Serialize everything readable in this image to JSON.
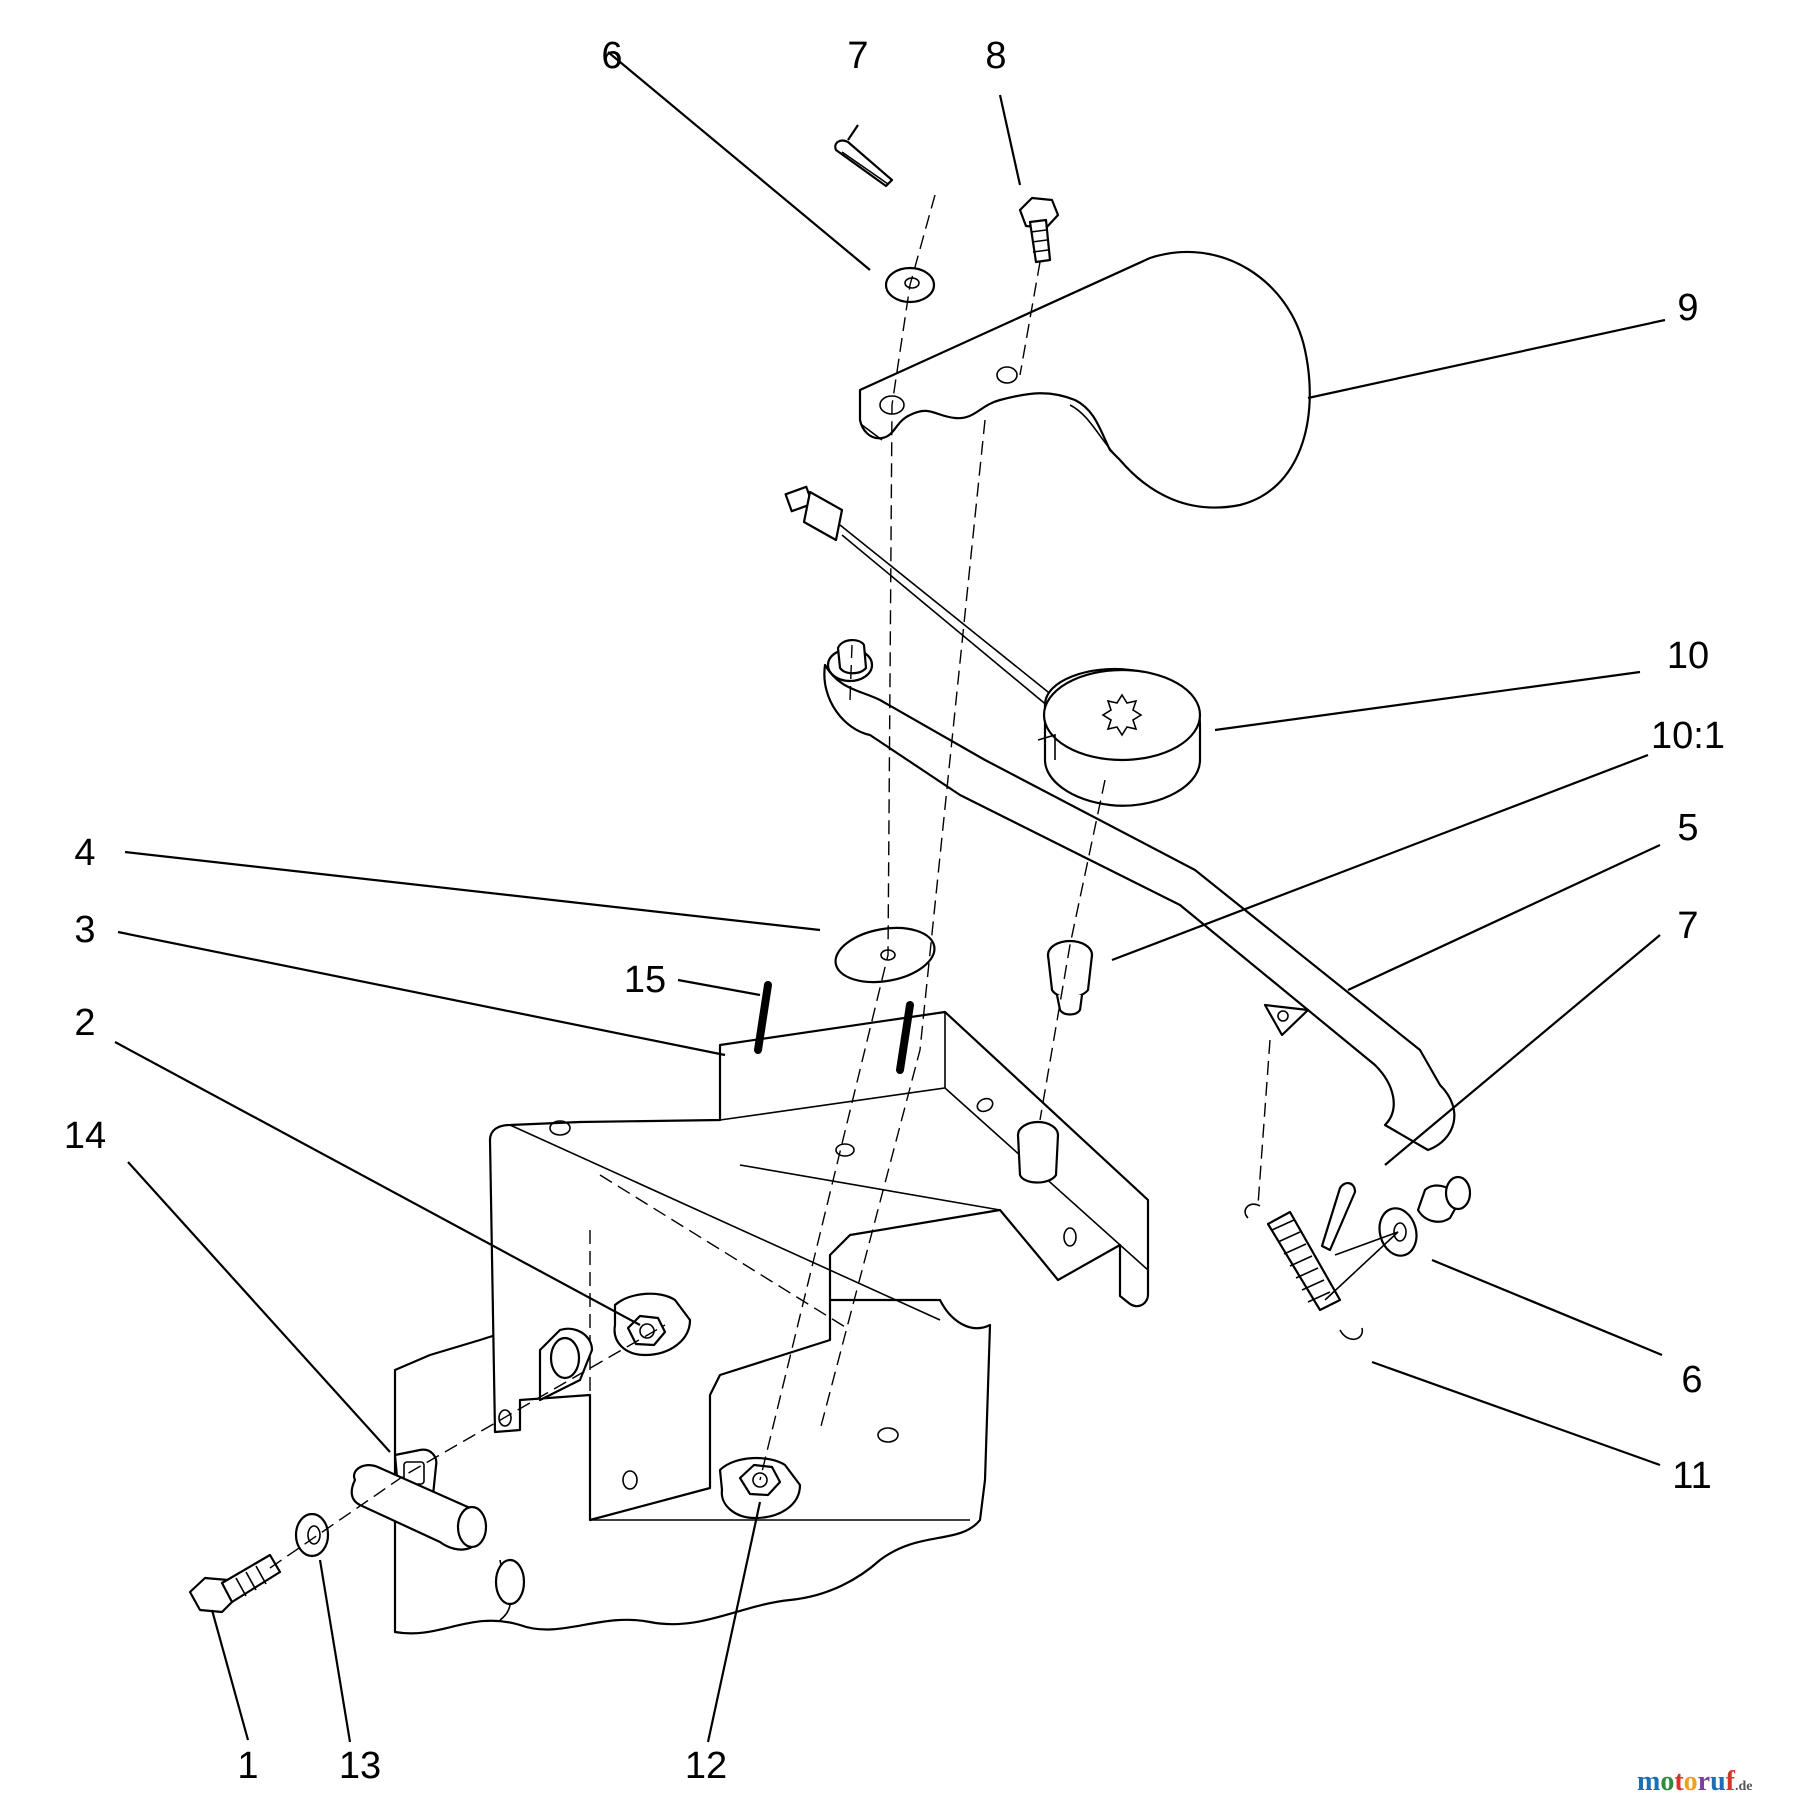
{
  "callouts": {
    "c1": "1",
    "c2": "2",
    "c3": "3",
    "c4": "4",
    "c5": "5",
    "c6a": "6",
    "c6b": "6",
    "c7a": "7",
    "c7b": "7",
    "c8": "8",
    "c9": "9",
    "c10": "10",
    "c10_1": "10:1",
    "c11": "11",
    "c12": "12",
    "c13": "13",
    "c14": "14",
    "c15": "15"
  },
  "watermark": {
    "m1": "m",
    "m2": "o",
    "m3": "t",
    "m4": "o",
    "m5": "r",
    "m6": "u",
    "m7": "f",
    "suffix": ".de"
  },
  "colors": {
    "line": "#000000",
    "background": "#ffffff",
    "wm_m": "#1a6fb5",
    "wm_o": "#2e8b3a",
    "wm_t": "#d9342b",
    "wm_o2": "#f0a020",
    "wm_r": "#7a3fa0",
    "wm_u": "#1a6fb5",
    "wm_f": "#d9342b"
  }
}
